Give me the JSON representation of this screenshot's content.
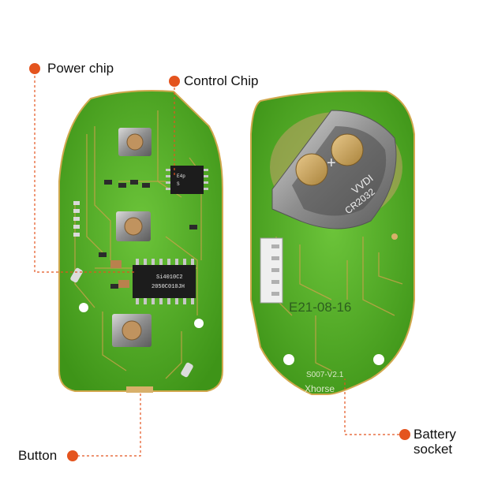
{
  "labels": {
    "power_chip": "Power chip",
    "control_chip": "Control Chip",
    "button": "Button",
    "battery_socket": "Battery socket"
  },
  "pcb_markings": {
    "main_chip_line1": "Si4010C2",
    "main_chip_line2": "2050C010JH",
    "control_chip_line1": "E4p",
    "control_chip_line2": "S",
    "battery_line1": "VVDI",
    "battery_line2": "CR2032",
    "battery_plus": "+",
    "board_code": "E21-08-16",
    "board_model": "S007-V2.1",
    "brand": "Xhorse"
  },
  "colors": {
    "pcb_green": "#4aa920",
    "accent_dot": "#e4541e"
  }
}
